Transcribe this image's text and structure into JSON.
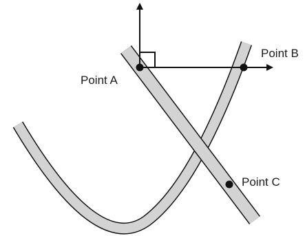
{
  "labels": {
    "point_a": "Point A",
    "point_b": "Point B",
    "point_c": "Point C"
  },
  "colors": {
    "band_fill": "#d3d3d3",
    "stroke": "#111111",
    "background": "#ffffff"
  }
}
